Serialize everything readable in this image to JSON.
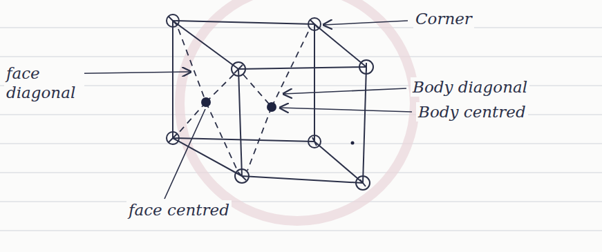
{
  "diagram": {
    "labels": [
      "Corner",
      "face diagonal",
      "Body diagonal",
      "Body centred",
      "face centred"
    ]
  }
}
